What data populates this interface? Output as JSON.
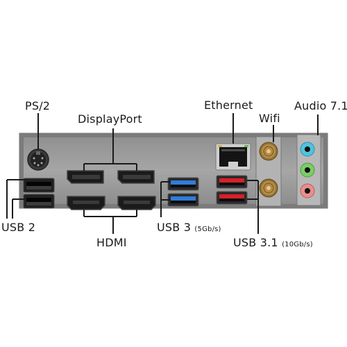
{
  "labels": {
    "ps2": "PS/2",
    "displayport": "DisplayPort",
    "ethernet": "Ethernet",
    "wifi": "Wifi",
    "audio": "Audio 7.1",
    "usb2": "USB 2",
    "hdmi": "HDMI",
    "usb3": "USB 3",
    "usb3_speed": "(5Gb/s)",
    "usb31": "USB 3.1",
    "usb31_speed": "(10Gb/s)"
  },
  "colors": {
    "plate": "#9c9c9c",
    "usb2_port": "#1c1c1c",
    "usb3_port": "#2f7ed8",
    "usb31_port": "#d8202a",
    "audio_blue": "#52c3de",
    "audio_green": "#7ccd68",
    "audio_pink": "#e88f8c",
    "antenna_gold": "#c29a52"
  },
  "icons": [
    "ps2-port-icon",
    "displayport-icon",
    "hdmi-port-icon",
    "usb-port-icon",
    "ethernet-port-icon",
    "antenna-connector-icon",
    "audio-jack-icon"
  ]
}
